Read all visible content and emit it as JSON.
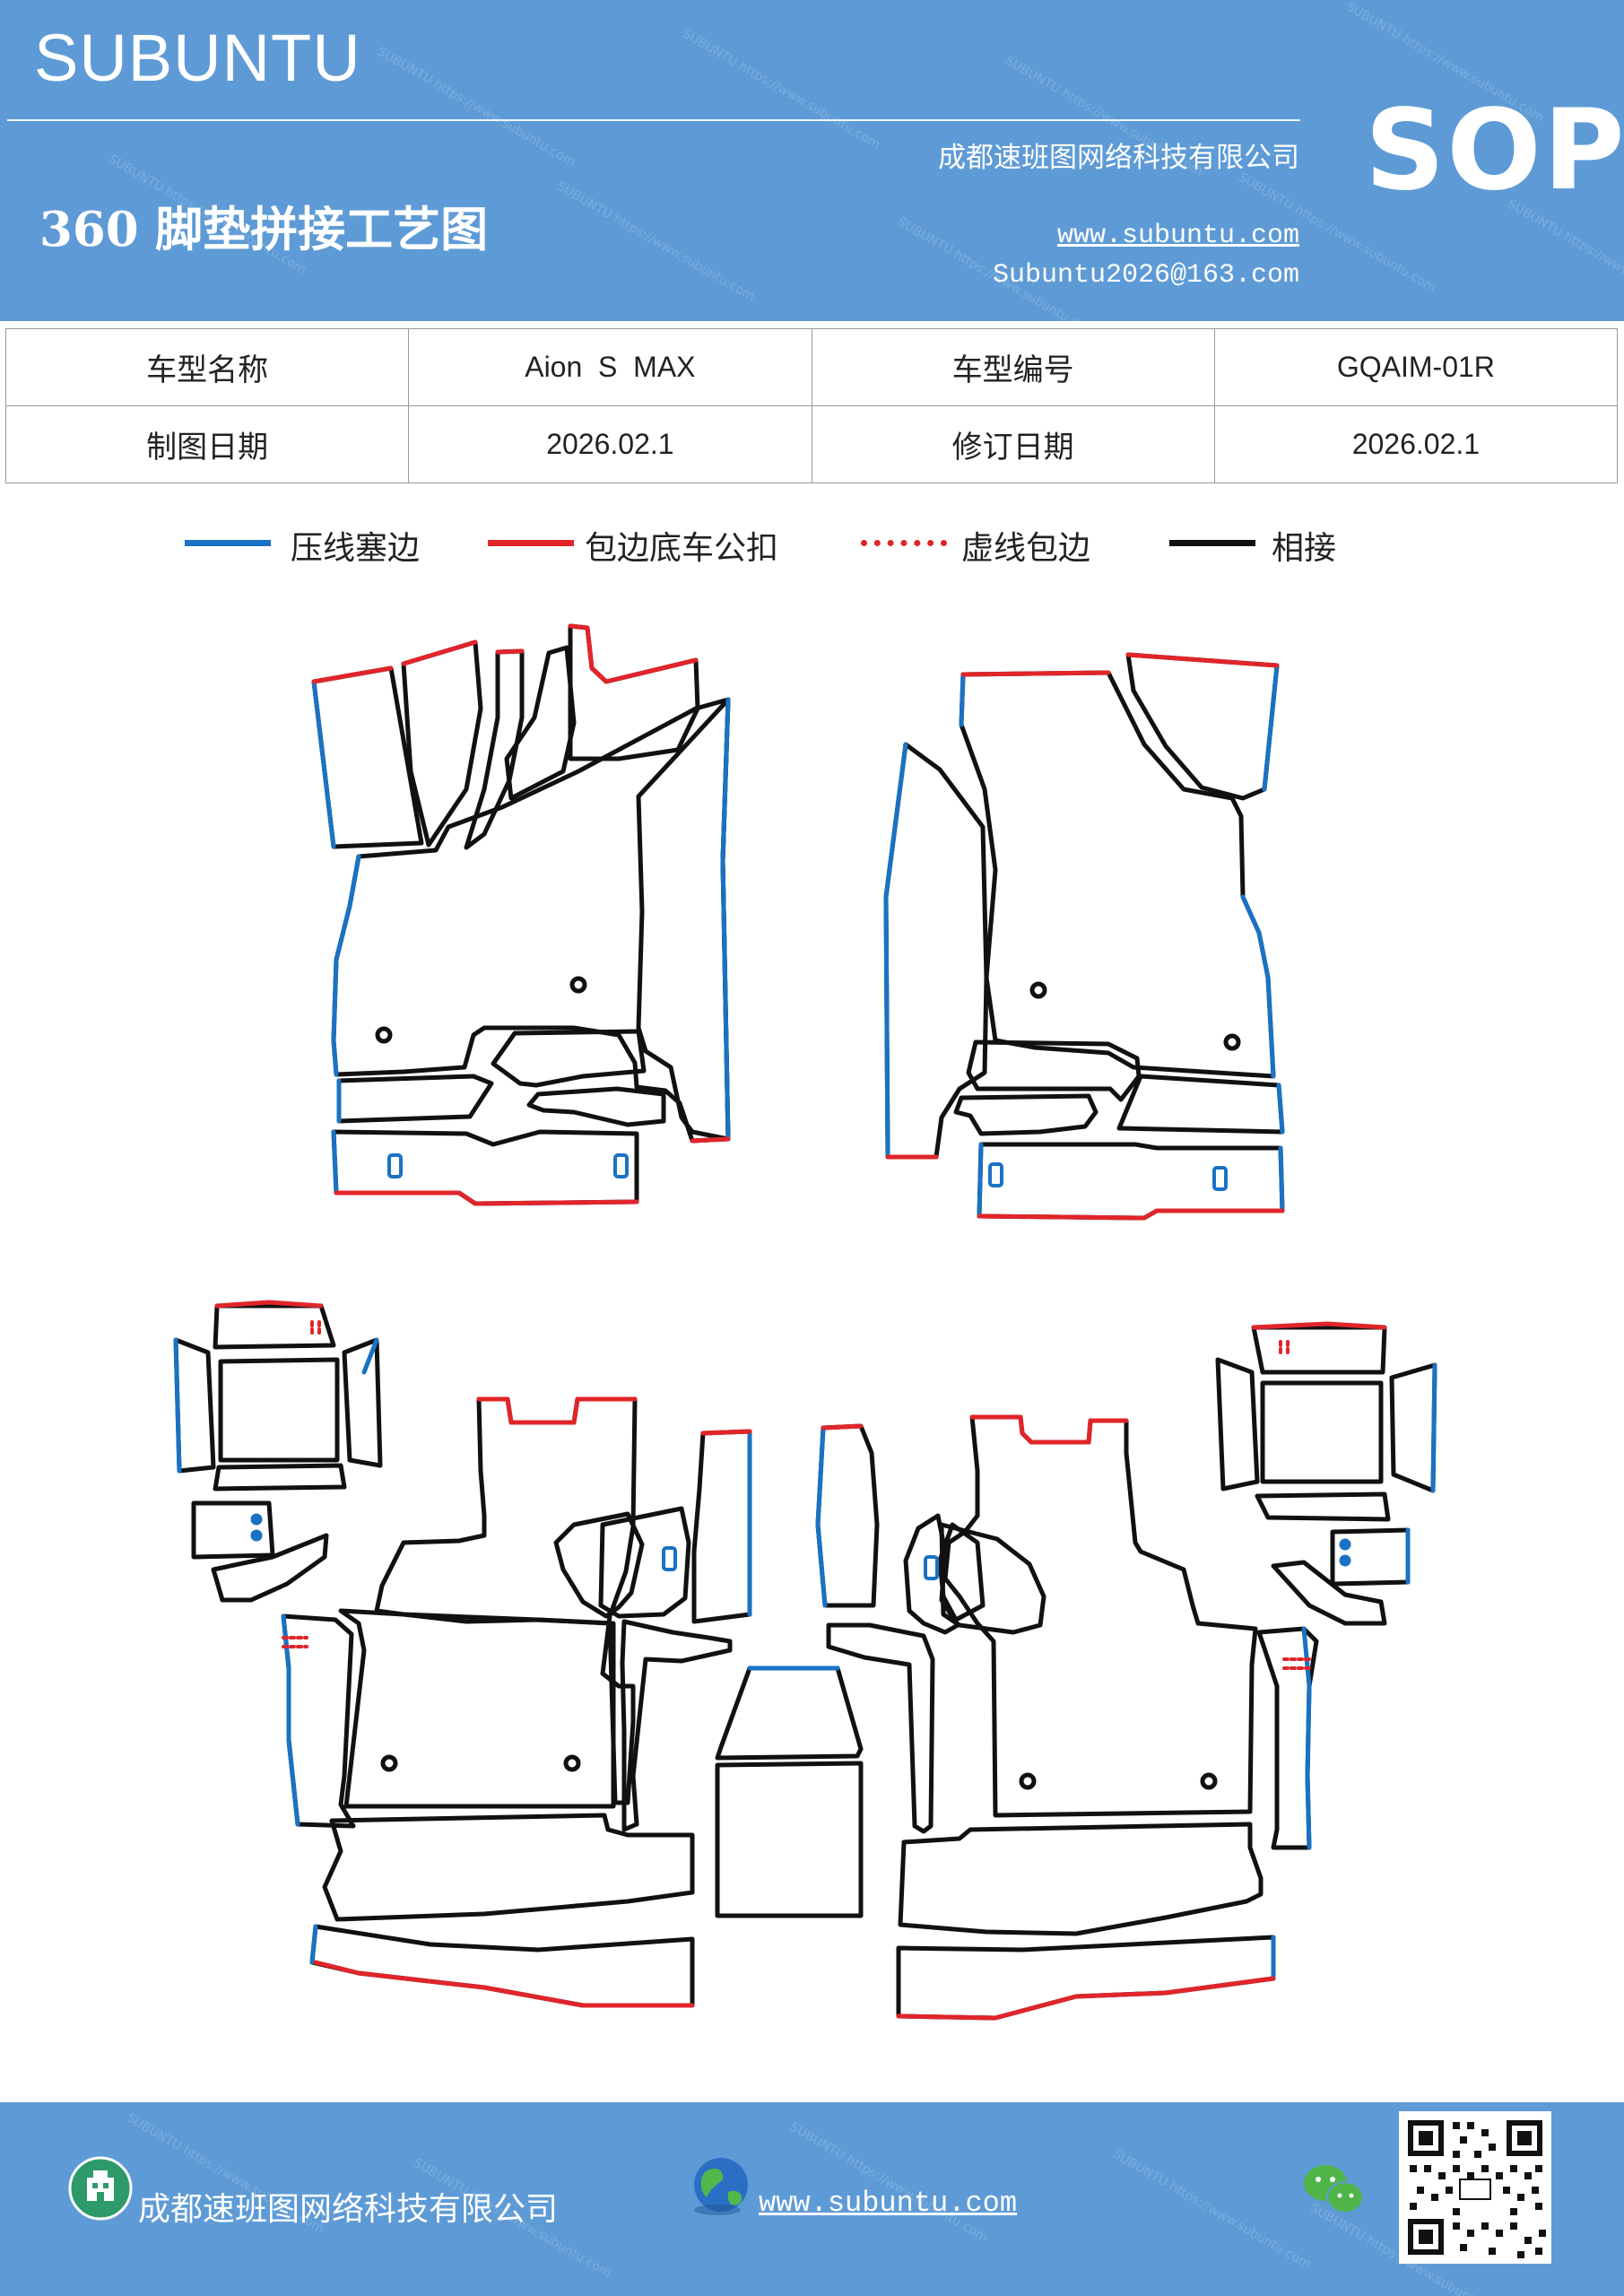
{
  "header": {
    "brand": "SUBUNTU",
    "company": "成都速班图网络科技有限公司",
    "badge": "SOP",
    "title": "360 脚垫拼接工艺图",
    "website": "www.subuntu.com",
    "email": "Subuntu2026@163.com",
    "background_color": "#5e9bd6"
  },
  "info_table": {
    "rows": [
      {
        "label1": "车型名称",
        "value1": "Aion  S  MAX",
        "label2": "车型编号",
        "value2": "GQAIM-01R"
      },
      {
        "label1": "制图日期",
        "value1": "2026.02.1",
        "label2": "修订日期",
        "value2": "2026.02.1"
      }
    ]
  },
  "legend": {
    "items": [
      {
        "label": "压线塞边",
        "color": "#1a72c4",
        "style": "solid"
      },
      {
        "label": "包边底车公扣",
        "color": "#e0252b",
        "style": "solid"
      },
      {
        "label": "虚线包边",
        "color": "#e0252b",
        "style": "dotted"
      },
      {
        "label": "相接",
        "color": "#111111",
        "style": "solid"
      }
    ]
  },
  "footer": {
    "company": "成都速班图网络科技有限公司",
    "website": "www.subuntu.com",
    "icons": [
      "building-icon",
      "globe-icon",
      "wechat-icon",
      "qr-code"
    ]
  }
}
